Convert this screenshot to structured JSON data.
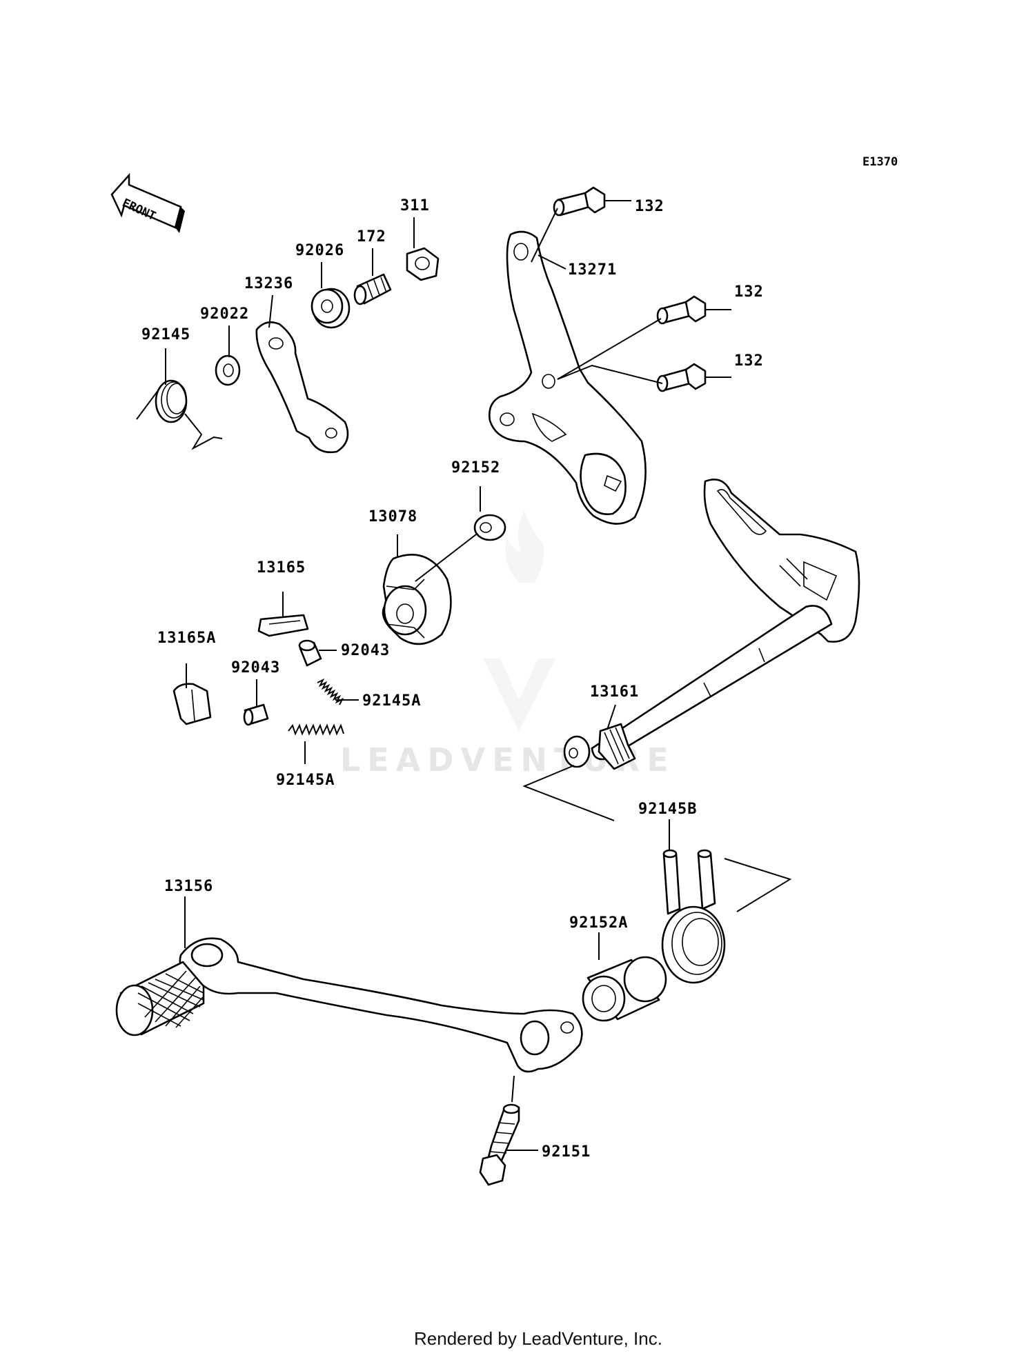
{
  "diagram": {
    "code": "E1370",
    "front_label": "FRONT",
    "watermark": "LEADVENTURE",
    "footer": "Rendered by LeadVenture, Inc.",
    "part_labels": {
      "p92145": "92145",
      "p92022": "92022",
      "p13236": "13236",
      "p92026": "92026",
      "p172": "172",
      "p311": "311",
      "p132a": "132",
      "p132b": "132",
      "p132c": "132",
      "p13271": "13271",
      "p92152": "92152",
      "p13078": "13078",
      "p13165": "13165",
      "p13165A": "13165A",
      "p92043a": "92043",
      "p92043b": "92043",
      "p92145Aa": "92145A",
      "p92145Ab": "92145A",
      "p13161": "13161",
      "p92145B": "92145B",
      "p13156": "13156",
      "p92152A": "92152A",
      "p92151": "92151"
    }
  }
}
